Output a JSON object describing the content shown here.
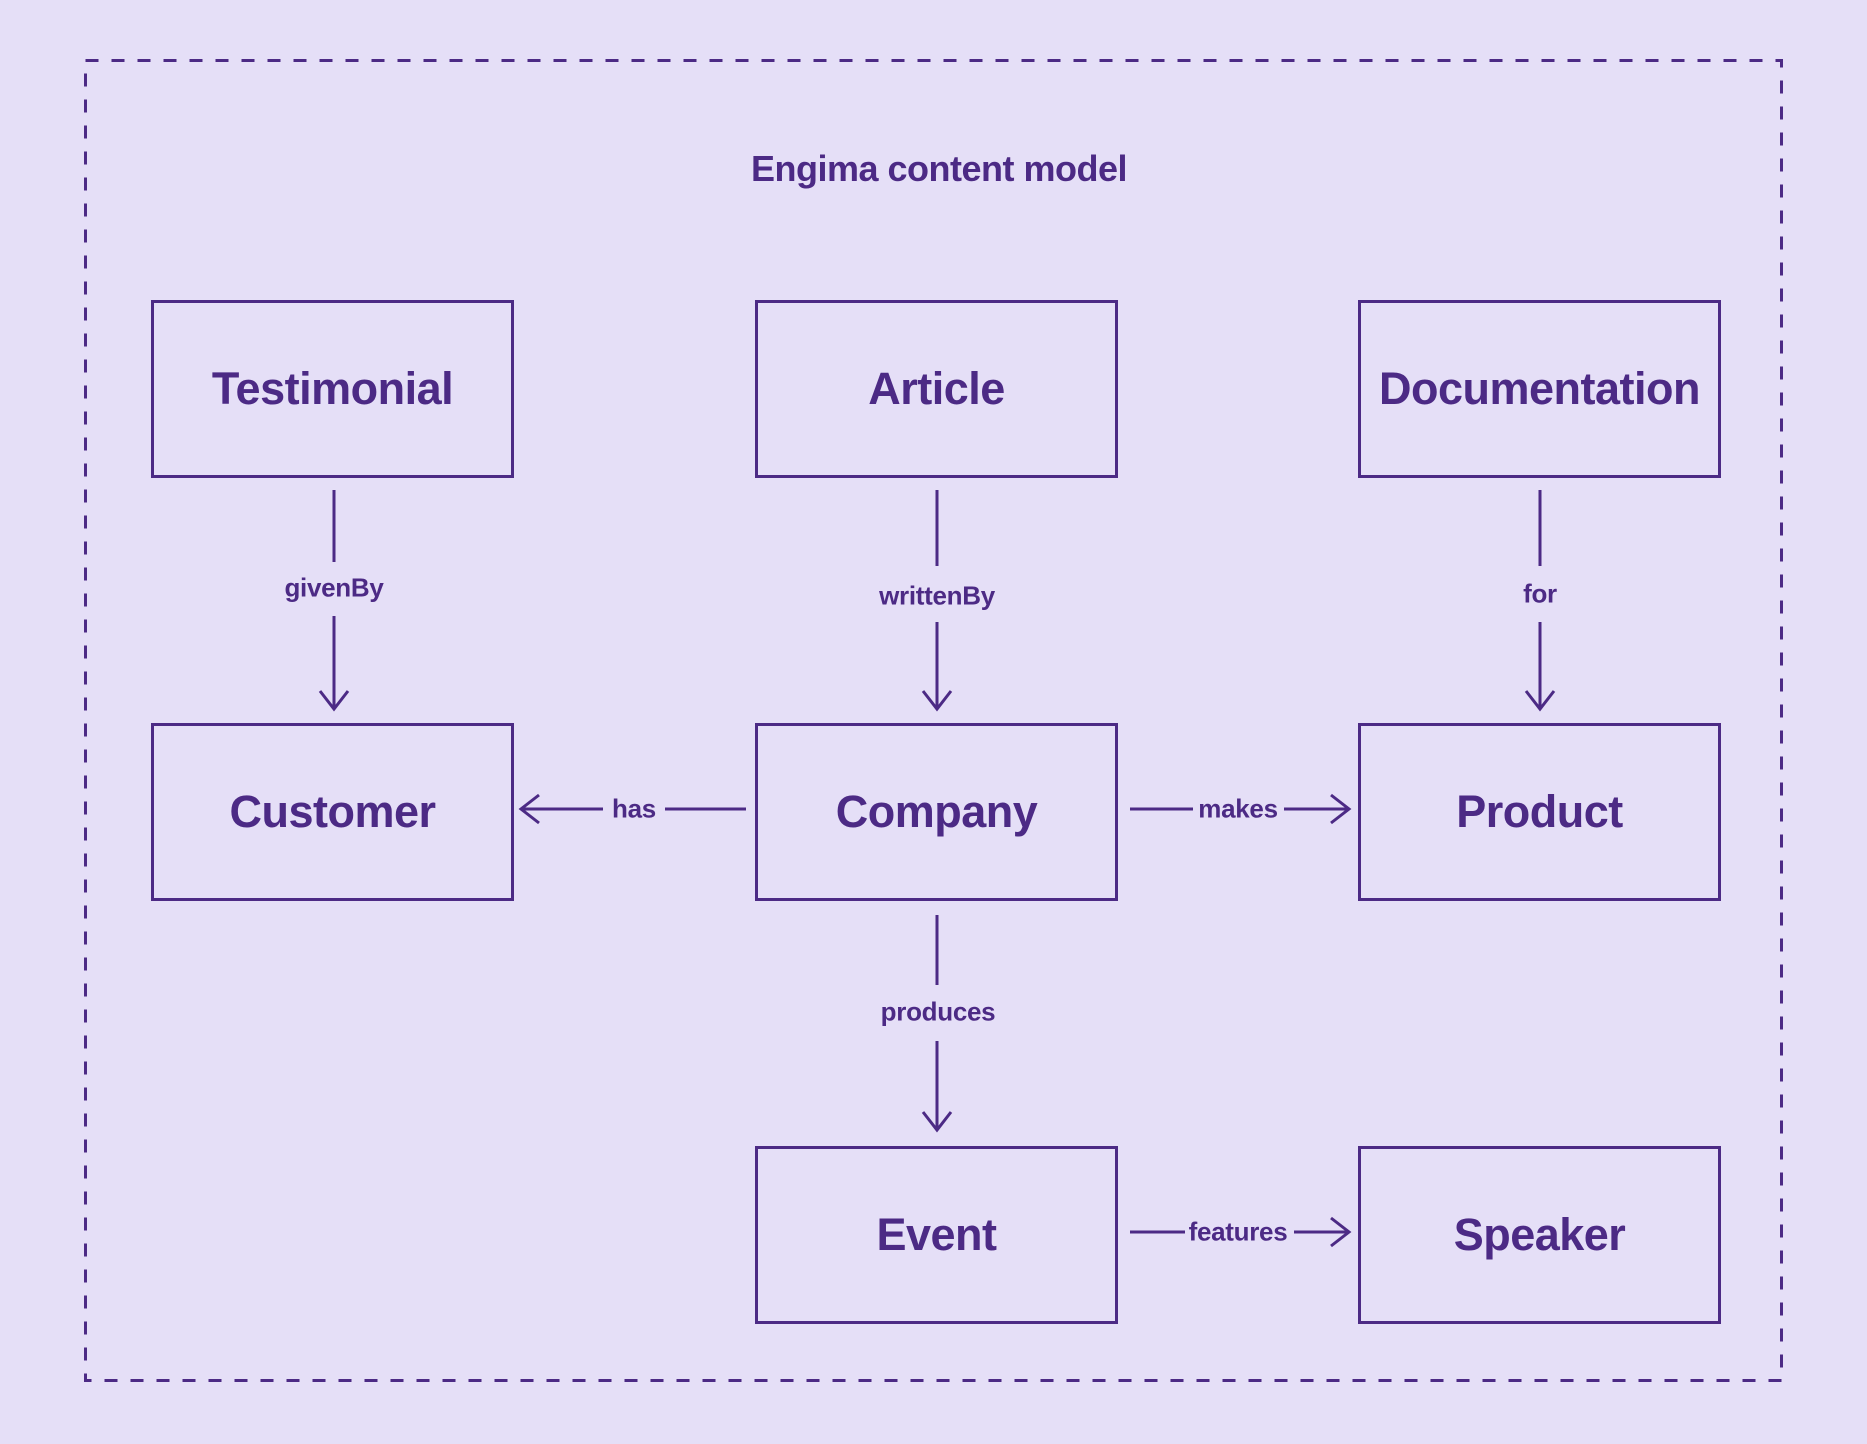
{
  "title": "Engima content model",
  "colors": {
    "background": "#e5dff7",
    "accent": "#4c2a85"
  },
  "nodes": [
    {
      "id": "testimonial",
      "label": "Testimonial"
    },
    {
      "id": "article",
      "label": "Article"
    },
    {
      "id": "documentation",
      "label": "Documentation"
    },
    {
      "id": "customer",
      "label": "Customer"
    },
    {
      "id": "company",
      "label": "Company"
    },
    {
      "id": "product",
      "label": "Product"
    },
    {
      "id": "event",
      "label": "Event"
    },
    {
      "id": "speaker",
      "label": "Speaker"
    }
  ],
  "edges": [
    {
      "from": "Testimonial",
      "to": "Customer",
      "label": "givenBy",
      "direction": "down"
    },
    {
      "from": "Article",
      "to": "Company",
      "label": "writtenBy",
      "direction": "down"
    },
    {
      "from": "Documentation",
      "to": "Product",
      "label": "for",
      "direction": "down"
    },
    {
      "from": "Company",
      "to": "Customer",
      "label": "has",
      "direction": "left"
    },
    {
      "from": "Company",
      "to": "Product",
      "label": "makes",
      "direction": "right"
    },
    {
      "from": "Company",
      "to": "Event",
      "label": "produces",
      "direction": "down"
    },
    {
      "from": "Event",
      "to": "Speaker",
      "label": "features",
      "direction": "right"
    }
  ]
}
